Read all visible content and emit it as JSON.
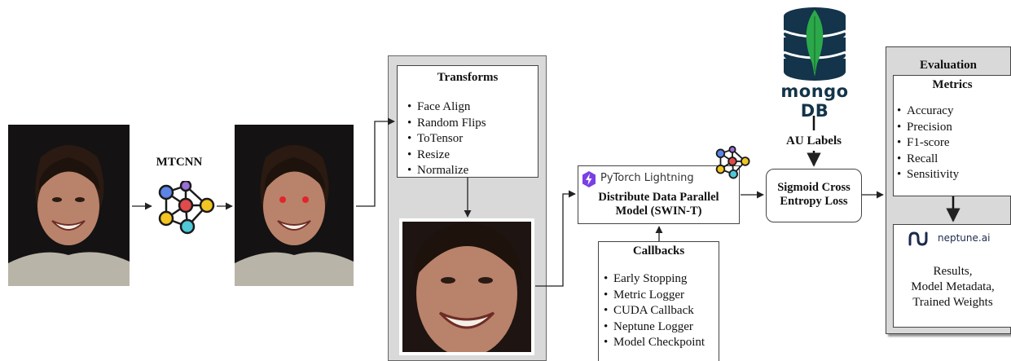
{
  "mtcnn": {
    "label": "MTCNN"
  },
  "transforms": {
    "title": "Transforms",
    "items": [
      "Face Align",
      "Random Flips",
      "ToTensor",
      "Resize",
      "Normalize"
    ]
  },
  "model": {
    "brand": "PyTorch Lightning",
    "line1": "Distribute Data Parallel",
    "line2": "Model (SWIN-T)"
  },
  "callbacks": {
    "title": "Callbacks",
    "items": [
      "Early Stopping",
      "Metric Logger",
      "CUDA Callback",
      "Neptune Logger",
      "Model Checkpoint"
    ]
  },
  "mongodb": {
    "label": "mongo DB"
  },
  "au_labels": {
    "label": "AU Labels"
  },
  "loss": {
    "line1": "Sigmoid Cross",
    "line2": "Entropy Loss"
  },
  "evaluation": {
    "title": "Evaluation",
    "metrics_title": "Metrics",
    "metrics": [
      "Accuracy",
      "Precision",
      "F1-score",
      "Recall",
      "Sensitivity"
    ]
  },
  "neptune": {
    "brand": "neptune.ai",
    "outputs": [
      "Results,",
      "Model Metadata,",
      "Trained Weights"
    ]
  },
  "colors": {
    "node_blue": "#5b84e6",
    "node_purple": "#9b6fd6",
    "node_red": "#e04a4a",
    "node_yellow": "#f2c522",
    "node_cyan": "#4fc8d8",
    "panel_gray": "#d9d9d9",
    "pl_purple": "#7b3fe4",
    "mongo_dark": "#13344a",
    "mongo_green": "#2ba84a"
  }
}
